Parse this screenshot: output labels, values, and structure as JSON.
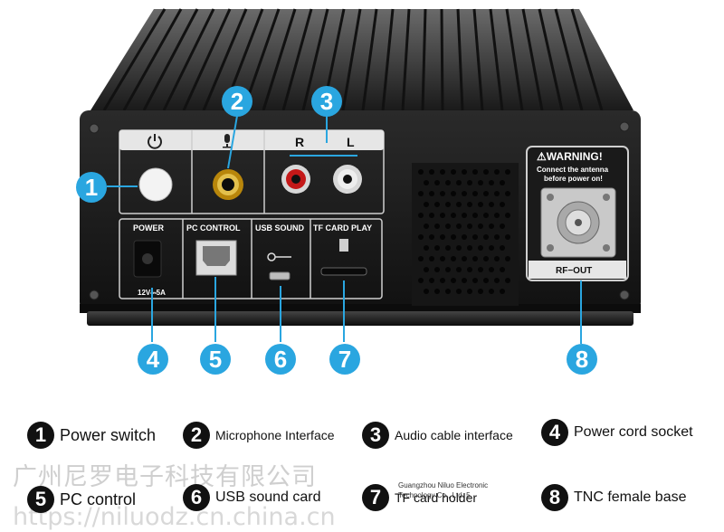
{
  "panel": {
    "power_label": "POWER",
    "pc_control_label": "PC CONTROL",
    "usb_sound_label": "USB SOUND",
    "tf_card_label": "TF CARD PLAY",
    "right_channel": "R",
    "left_channel": "L",
    "voltage_label": "12V⎓5A",
    "warning_title": "⚠WARNING!",
    "warning_line1": "Connect the antenna",
    "warning_line2": "before power on!",
    "rf_out_label": "RF−OUT"
  },
  "callouts": [
    "1",
    "2",
    "3",
    "4",
    "5",
    "6",
    "7",
    "8"
  ],
  "legend": [
    {
      "num": "1",
      "label": "Power switch"
    },
    {
      "num": "2",
      "label": "Microphone Interface"
    },
    {
      "num": "3",
      "label": "Audio cable interface"
    },
    {
      "num": "4",
      "label": "Power cord socket"
    },
    {
      "num": "5",
      "label": "PC control"
    },
    {
      "num": "6",
      "label": "USB sound card"
    },
    {
      "num": "7",
      "label": "TF card holder"
    },
    {
      "num": "8",
      "label": "TNC female base"
    }
  ],
  "watermark": {
    "company_cn": "广州尼罗电子科技有限公司",
    "url": "https://niluodz.cn.china.cn",
    "company_en": "Guangzhou Niluo Electronic Technology Co., Ltd. 5"
  },
  "colors": {
    "callout": "#2aa6e0",
    "chassis": "#1c1c1c",
    "fins": "#3a3a3a",
    "panel_box": "#e6e6e6"
  }
}
